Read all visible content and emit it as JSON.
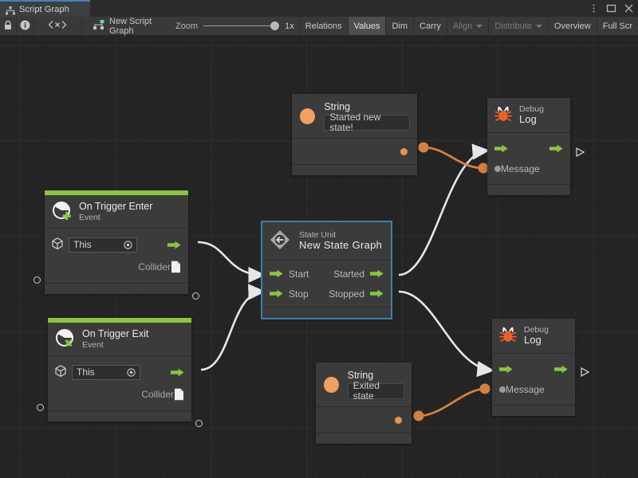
{
  "window": {
    "tab_label": "Script Graph",
    "tab_icon": "graph-icon",
    "controls": [
      {
        "name": "more-options-icon",
        "glyph": "kebab"
      },
      {
        "name": "maximize-icon",
        "glyph": "square"
      },
      {
        "name": "close-icon",
        "glyph": "x"
      }
    ]
  },
  "toolbar": {
    "lock_icon": "lock-icon",
    "info_icon": "info-icon",
    "code_icon": "code-brackets-icon",
    "graph_icon": "script-graph-icon",
    "graph_name": "New Script Graph",
    "zoom_label": "Zoom",
    "zoom_value": "1x",
    "buttons": [
      {
        "label": "Relations",
        "state": "normal",
        "caret": false
      },
      {
        "label": "Values",
        "state": "active",
        "caret": false
      },
      {
        "label": "Dim",
        "state": "normal",
        "caret": false
      },
      {
        "label": "Carry",
        "state": "normal",
        "caret": false
      },
      {
        "label": "Align",
        "state": "disabled",
        "caret": true
      },
      {
        "label": "Distribute",
        "state": "disabled",
        "caret": true
      },
      {
        "label": "Overview",
        "state": "normal",
        "caret": false
      },
      {
        "label": "Full Scr",
        "state": "normal",
        "caret": false
      }
    ]
  },
  "colors": {
    "flow_green": "#89c541",
    "value_orange": "#e8954a",
    "wire_white": "#e6e6e6",
    "wire_orange": "#d4803f",
    "selection_blue": "#3e7fa5",
    "canvas_bg": "#242424",
    "node_bg": "#3b3b3b"
  },
  "nodes": {
    "string_top": {
      "type_label": "String",
      "value": "Started new state!",
      "icon": "string-value-icon"
    },
    "debug_log_top": {
      "category": "Debug",
      "title": "Log",
      "icon": "bug-icon",
      "in_flow": "flow-in-arrow",
      "out_flow": "flow-out-arrow",
      "message_label": "Message"
    },
    "on_trigger_enter": {
      "title": "On Trigger Enter",
      "subtitle": "Event",
      "icon": "event-enter-icon",
      "target_value": "This",
      "target_icon": "gameobject-icon",
      "collider_label": "Collider",
      "collider_icon": "collider-file-icon"
    },
    "state_unit": {
      "type_label": "State Unit",
      "title": "New State Graph",
      "icon": "state-unit-icon",
      "selected": true,
      "inputs": [
        "Start",
        "Stop"
      ],
      "outputs": [
        "Started",
        "Stopped"
      ]
    },
    "on_trigger_exit": {
      "title": "On Trigger Exit",
      "subtitle": "Event",
      "icon": "event-exit-icon",
      "target_value": "This",
      "target_icon": "gameobject-icon",
      "collider_label": "Collider",
      "collider_icon": "collider-file-icon"
    },
    "string_bottom": {
      "type_label": "String",
      "value": "Exited state",
      "icon": "string-value-icon"
    },
    "debug_log_bottom": {
      "category": "Debug",
      "title": "Log",
      "icon": "bug-icon",
      "in_flow": "flow-in-arrow",
      "out_flow": "flow-out-arrow",
      "message_label": "Message"
    }
  },
  "connections": [
    {
      "from": "on_trigger_enter.trigger_out",
      "to": "state_unit.start",
      "kind": "flow"
    },
    {
      "from": "on_trigger_exit.trigger_out",
      "to": "state_unit.stop",
      "kind": "flow"
    },
    {
      "from": "state_unit.started",
      "to": "debug_log_top.in_flow",
      "kind": "flow"
    },
    {
      "from": "state_unit.stopped",
      "to": "debug_log_bottom.in_flow",
      "kind": "flow"
    },
    {
      "from": "string_top.value_out",
      "to": "debug_log_top.message",
      "kind": "value"
    },
    {
      "from": "string_bottom.value_out",
      "to": "debug_log_bottom.message",
      "kind": "value"
    }
  ]
}
